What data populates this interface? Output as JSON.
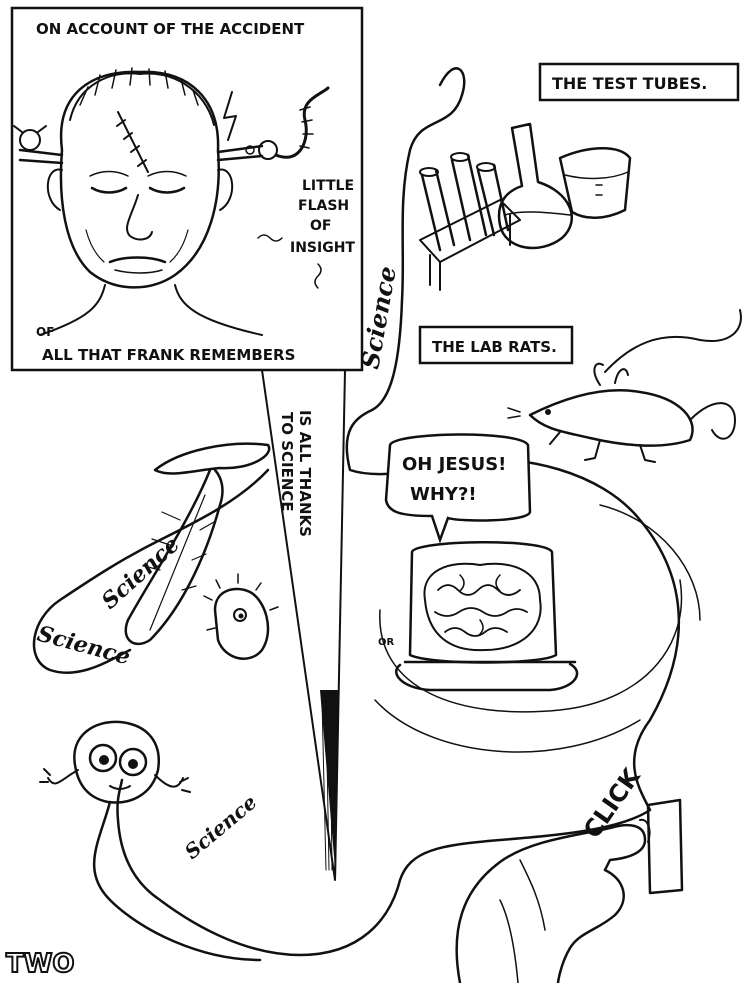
{
  "captions": {
    "top": "ON ACCOUNT OF THE ACCIDENT",
    "bottom": "ALL THAT FRANK REMEMBERS",
    "thanks_line1": "IS ALL THANKS",
    "thanks_line2": "TO SCIENCE",
    "test_tubes": "THE TEST TUBES.",
    "lab_rats": "THE LAB RATS.",
    "or": "OR",
    "of": "OF",
    "page_number": "TWO"
  },
  "insight": {
    "line1": "LITTLE",
    "line2": "FLASH",
    "line3": "OF",
    "line4": "INSIGHT"
  },
  "speech_bubble": {
    "line1": "OH JESUS!",
    "line2": "WHY?!"
  },
  "sfx": {
    "click": "CLICK"
  },
  "science_labels": {
    "upper": "Science",
    "feather": "Science",
    "loop": "Science",
    "creature": "Science"
  }
}
